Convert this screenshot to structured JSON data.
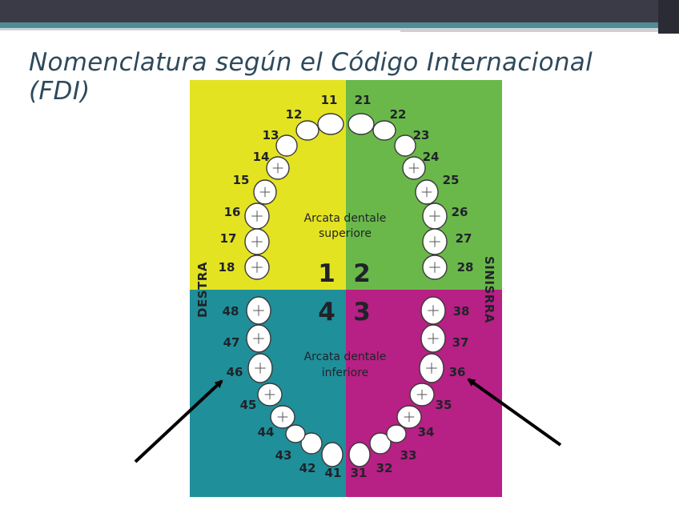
{
  "title": "Nomenclatura según el Código Internacional (FDI)",
  "colors": {
    "quadrant_1": "#e4e322",
    "quadrant_2": "#6ab84a",
    "quadrant_3": "#b72084",
    "quadrant_4": "#1f8f9a",
    "header_bar": "#3b3b48",
    "header_accent": "#4f8c95",
    "title_text": "#2e4a5c"
  },
  "quadrants": [
    "1",
    "2",
    "4",
    "3"
  ],
  "upper_arch_label": [
    "Arcata dentale",
    "superiore"
  ],
  "lower_arch_label": [
    "Arcata dentale",
    "inferiore"
  ],
  "side_right_label": "DESTRA",
  "side_left_label": "SINISRRA",
  "teeth": {
    "upper_right": [
      "11",
      "12",
      "13",
      "14",
      "15",
      "16",
      "17",
      "18"
    ],
    "upper_left": [
      "21",
      "22",
      "23",
      "24",
      "25",
      "26",
      "27",
      "28"
    ],
    "lower_left": [
      "31",
      "32",
      "33",
      "34",
      "35",
      "36",
      "37",
      "38"
    ],
    "lower_right": [
      "41",
      "42",
      "43",
      "44",
      "45",
      "46",
      "47",
      "48"
    ]
  },
  "highlighted_teeth": [
    "46",
    "36"
  ]
}
